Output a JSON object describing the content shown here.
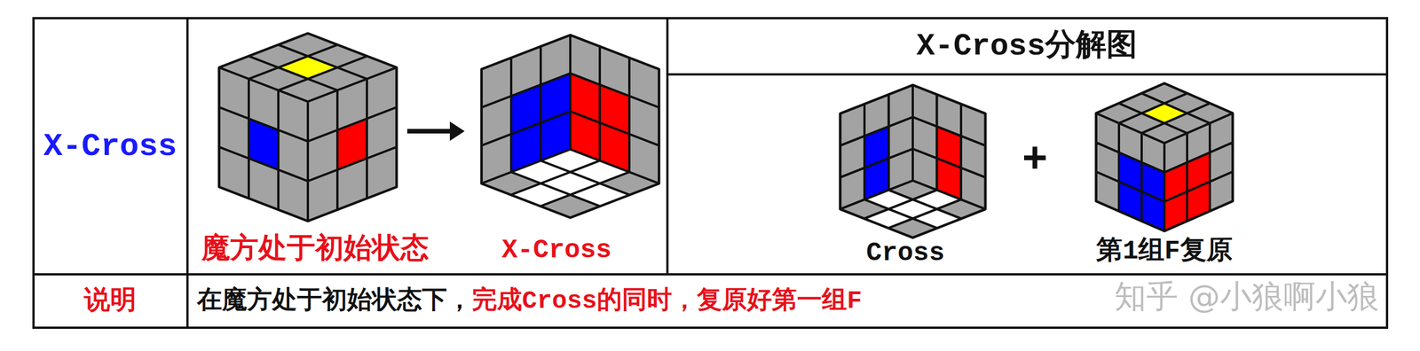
{
  "diagram": {
    "nodes": [
      {
        "text": [
          "X-Cross"
        ]
      },
      {
        "text": [
          "魔方处于初始状态",
          "X-Cross"
        ]
      },
      {
        "text": [
          "X-Cross分解图"
        ]
      },
      {
        "text": [
          "Cross",
          "+",
          "第1组F复原"
        ]
      },
      {
        "text": [
          "说明"
        ]
      },
      {
        "text": [
          "在魔方处于初始状态下，",
          "完成Cross的同时，复原好第一组F"
        ]
      }
    ],
    "labels": [
      "知乎 @小狼啊小狼"
    ]
  }
}
